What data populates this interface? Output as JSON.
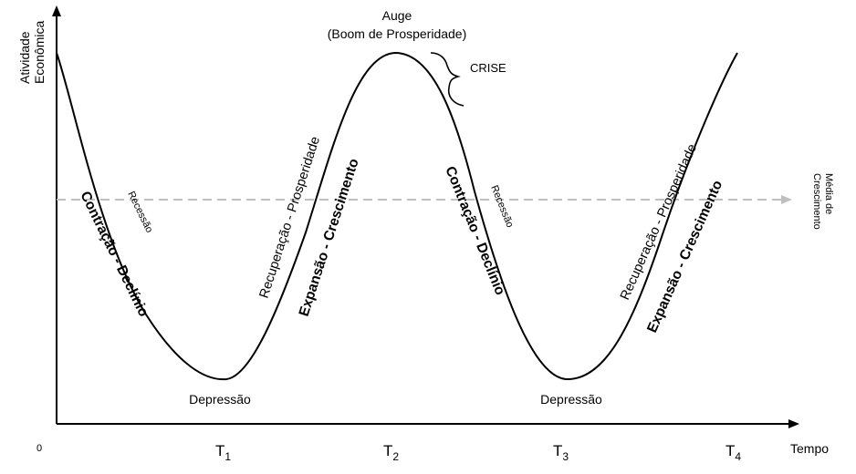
{
  "diagram": {
    "y_axis_label_line1": "Atividade",
    "y_axis_label_line2": "Econômica",
    "x_axis_label": "Tempo",
    "origin_label": "0",
    "peak_label": "Auge",
    "peak_sublabel": "(Boom de Prosperidade)",
    "crisis_label": "CRISE",
    "trough_label_1": "Depressão",
    "trough_label_2": "Depressão",
    "contraction_label": "Contração - Declínio",
    "recession_label": "Recessão",
    "recovery_label": "Recuperação - Prosperidade",
    "expansion_label": "Expansão - Crescimento",
    "average_label_line1": "Média de",
    "average_label_line2": "Crescimento",
    "ticks": [
      {
        "base": "T",
        "sub": "1"
      },
      {
        "base": "T",
        "sub": "2"
      },
      {
        "base": "T",
        "sub": "3"
      },
      {
        "base": "T",
        "sub": "4"
      }
    ],
    "colors": {
      "curve": "#000000",
      "axes": "#000000",
      "average_line": "#bfbfbf"
    }
  }
}
